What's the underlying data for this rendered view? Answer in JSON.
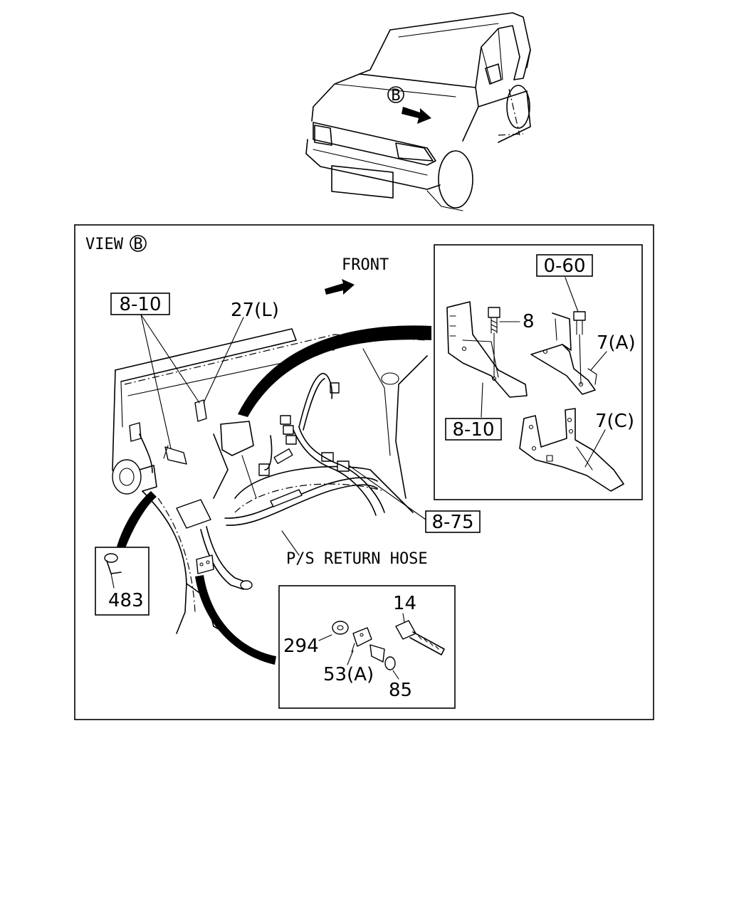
{
  "view_title": "VIEW",
  "view_marker": "B",
  "front_label": "FRONT",
  "hose_label": "P/S RETURN HOSE",
  "callouts": {
    "ref_8_10_main": "8-10",
    "ref_8_10_inset": "8-10",
    "ref_0_60": "0-60",
    "ref_8_75": "8-75",
    "part_27L": "27(L)",
    "part_8": "8",
    "part_7A": "7(A)",
    "part_7C": "7(C)",
    "part_483": "483",
    "part_14": "14",
    "part_294": "294",
    "part_53A": "53(A)",
    "part_85": "85"
  }
}
